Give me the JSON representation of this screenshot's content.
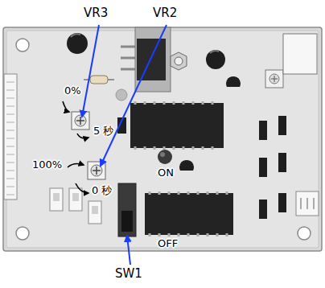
{
  "diagram": {
    "labels": [
      "VR3",
      "VR2",
      "0%",
      "5 秒",
      "100%",
      "0 秒",
      "ON",
      "OFF",
      "SW1"
    ]
  }
}
